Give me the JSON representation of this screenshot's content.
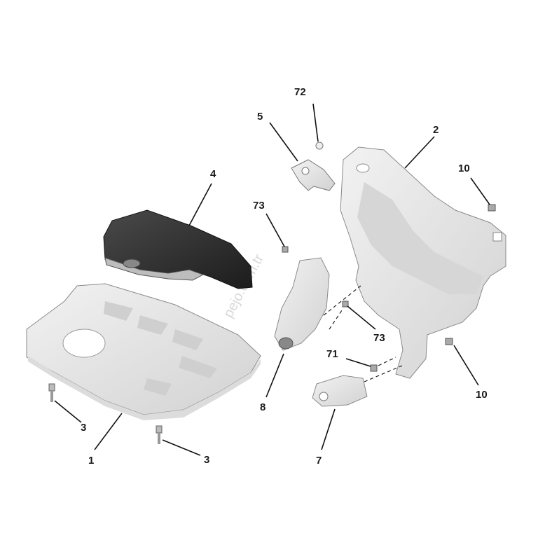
{
  "callouts": [
    {
      "id": "c1",
      "text": "1"
    },
    {
      "id": "c2",
      "text": "2"
    },
    {
      "id": "c3a",
      "text": "3"
    },
    {
      "id": "c3b",
      "text": "3"
    },
    {
      "id": "c4",
      "text": "4"
    },
    {
      "id": "c5",
      "text": "5"
    },
    {
      "id": "c7",
      "text": "7"
    },
    {
      "id": "c8",
      "text": "8"
    },
    {
      "id": "c10a",
      "text": "10"
    },
    {
      "id": "c10b",
      "text": "10"
    },
    {
      "id": "c71",
      "text": "71"
    },
    {
      "id": "c72",
      "text": "72"
    },
    {
      "id": "c73a",
      "text": "73"
    },
    {
      "id": "c73b",
      "text": "73"
    }
  ],
  "watermark": "pejo.com.tr",
  "colors": {
    "part_fill": "#e6e6e6",
    "part_shade": "#cfcfcf",
    "dark_part": "#2b2b2b",
    "label": "#1a1a1a"
  }
}
